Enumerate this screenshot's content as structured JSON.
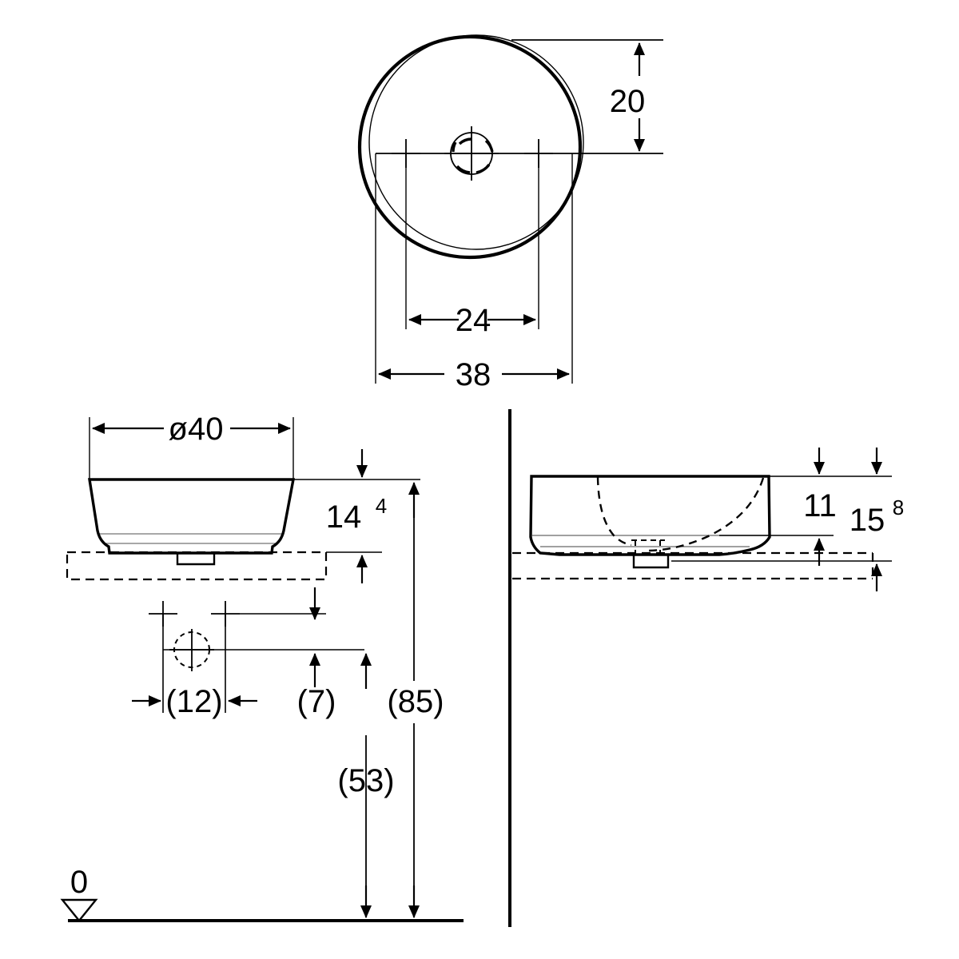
{
  "drawing": {
    "type": "technical-drawing",
    "subject": "round countertop washbasin",
    "units": "cm",
    "line_color": "#000000",
    "background": "#ffffff",
    "views": [
      {
        "id": "top-view",
        "name": "Top view (plan)"
      },
      {
        "id": "front-view",
        "name": "Front elevation"
      },
      {
        "id": "side-view",
        "name": "Side elevation / section"
      }
    ]
  },
  "dimensions": {
    "top_view": {
      "vertical_20": "20",
      "tap_hole_spacing_24": "24",
      "width_38": "38"
    },
    "front_view": {
      "diameter": "ø40",
      "bowl_height": "14",
      "bowl_height_sup": "4",
      "hole_offset_12": "(12)",
      "depth_7": "(7)",
      "height_85": "(85)",
      "height_53": "(53)",
      "datum_zero": "0"
    },
    "side_view": {
      "inner_depth_11": "11",
      "total_height_15": "15",
      "total_height_sup": "8"
    }
  },
  "symbols": {
    "datum_marker": "level-datum-triangle",
    "drain_symbol": "drain-crosshair-circle",
    "tap_hole_marker": "crosshair-mark"
  }
}
